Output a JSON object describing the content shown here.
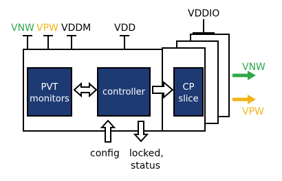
{
  "pins_top": {
    "vnw": "VNW",
    "vpw": "VPW",
    "vddm": "VDDM",
    "vdd": "VDD",
    "vddio": "VDDIO"
  },
  "blocks": {
    "pvt_line1": "PVT",
    "pvt_line2": "monitors",
    "controller": "controller",
    "cp_line1": "CP",
    "cp_line2": "slice"
  },
  "outputs": {
    "vnw": "VNW",
    "vpw": "VPW"
  },
  "bottom": {
    "config": "config",
    "locked_line1": "locked,",
    "locked_line2": "status"
  },
  "colors": {
    "green": "#2ea84a",
    "yellow": "#f2b418",
    "block_fill": "#1e3a73",
    "black": "#000000"
  }
}
